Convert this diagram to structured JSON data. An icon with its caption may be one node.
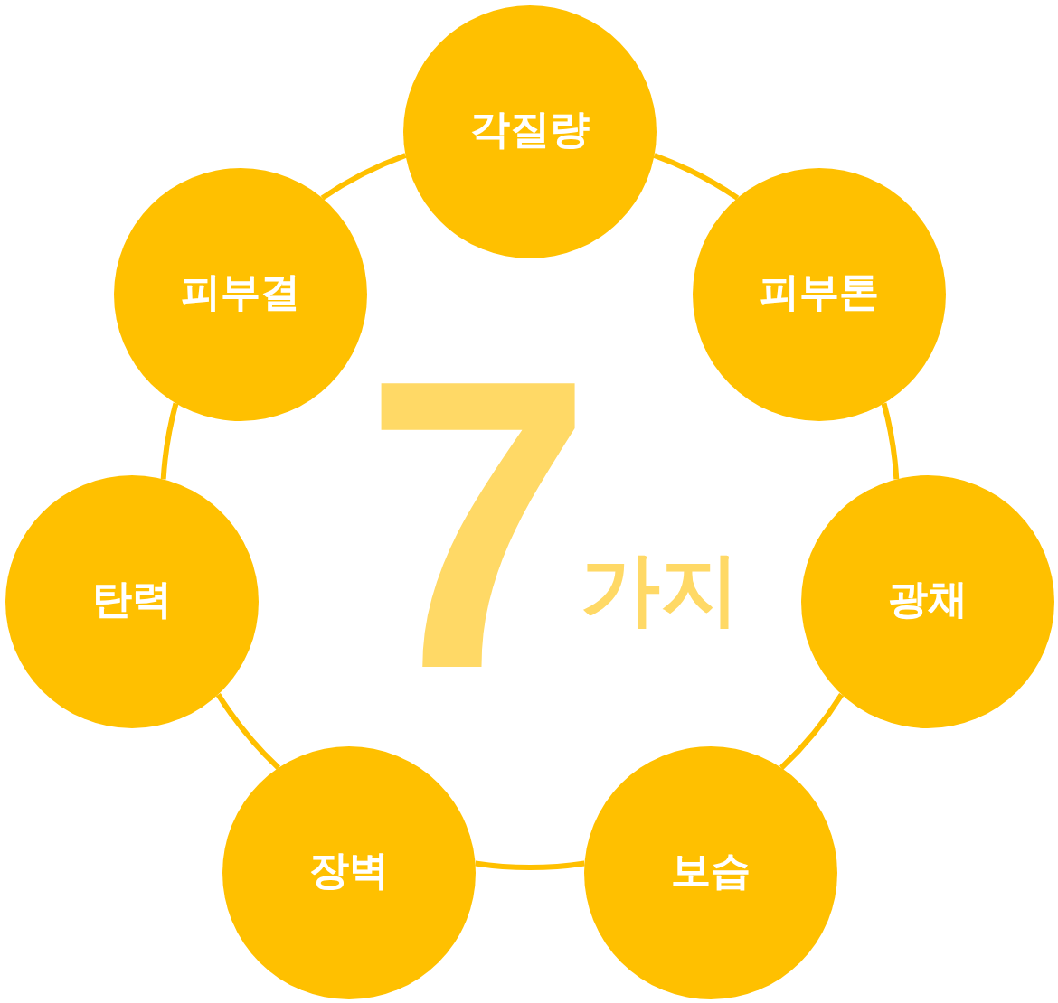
{
  "diagram": {
    "nodes": [
      {
        "text": [
          "각질량"
        ]
      },
      {
        "text": [
          "피부톤"
        ]
      },
      {
        "text": [
          "광채"
        ]
      },
      {
        "text": [
          "보습"
        ]
      },
      {
        "text": [
          "장벽"
        ]
      },
      {
        "text": [
          "탄력"
        ]
      },
      {
        "text": [
          "피부결"
        ]
      }
    ],
    "edges": [
      {
        "from": 0,
        "to": 1,
        "arrow": "none"
      },
      {
        "from": 1,
        "to": 2,
        "arrow": "none"
      },
      {
        "from": 2,
        "to": 3,
        "arrow": "none"
      },
      {
        "from": 3,
        "to": 4,
        "arrow": "none"
      },
      {
        "from": 4,
        "to": 5,
        "arrow": "none"
      },
      {
        "from": 5,
        "to": 6,
        "arrow": "none"
      },
      {
        "from": 6,
        "to": 0,
        "arrow": "none"
      }
    ],
    "labels": [
      "7",
      "가지"
    ]
  }
}
